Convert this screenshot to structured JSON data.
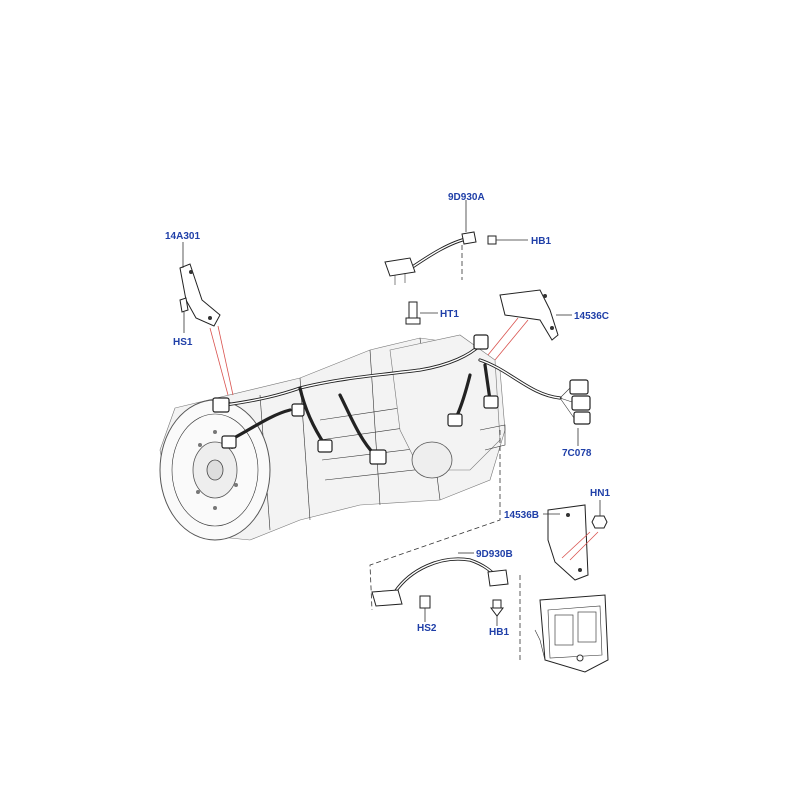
{
  "callouts": {
    "c14A301": "14A301",
    "cHS1": "HS1",
    "c9D930A": "9D930A",
    "cHB1_top": "HB1",
    "cHT1": "HT1",
    "c14536C": "14536C",
    "c7C078": "7C078",
    "cHN1": "HN1",
    "c14536B": "14536B",
    "c9D930B": "9D930B",
    "cHS2": "HS2",
    "cHB1_bottom": "HB1"
  }
}
